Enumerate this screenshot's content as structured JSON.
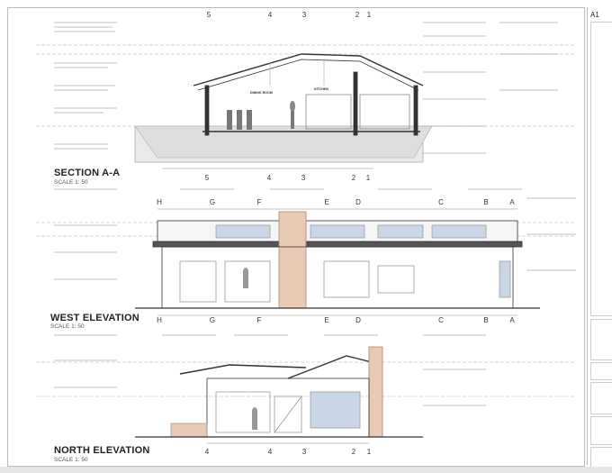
{
  "sheet": {
    "number": "A1"
  },
  "section": {
    "title": "SECTION A-A",
    "scale": "SCALE 1: 50",
    "rooms": [
      "DINING ROOM",
      "KITCHEN"
    ],
    "grid_top": [
      "5",
      "4",
      "3",
      "2",
      "1"
    ],
    "grid_bottom": [
      "5",
      "4",
      "3",
      "2",
      "1"
    ]
  },
  "west": {
    "title": "WEST ELEVATION",
    "scale": "SCALE 1: 50",
    "grid_top": [
      "H",
      "G",
      "F",
      "E",
      "D",
      "C",
      "B",
      "A"
    ],
    "grid_bottom": [
      "H",
      "G",
      "F",
      "E",
      "D",
      "C",
      "B",
      "A"
    ]
  },
  "north": {
    "title": "NORTH ELEVATION",
    "scale": "SCALE 1: 50",
    "grid_bottom": [
      "4",
      "4",
      "3",
      "2",
      "1"
    ]
  },
  "colors": {
    "line": "#333333",
    "stone": "#e8c9b4",
    "glass": "#c9d6e6",
    "note_red": "#d04040"
  }
}
